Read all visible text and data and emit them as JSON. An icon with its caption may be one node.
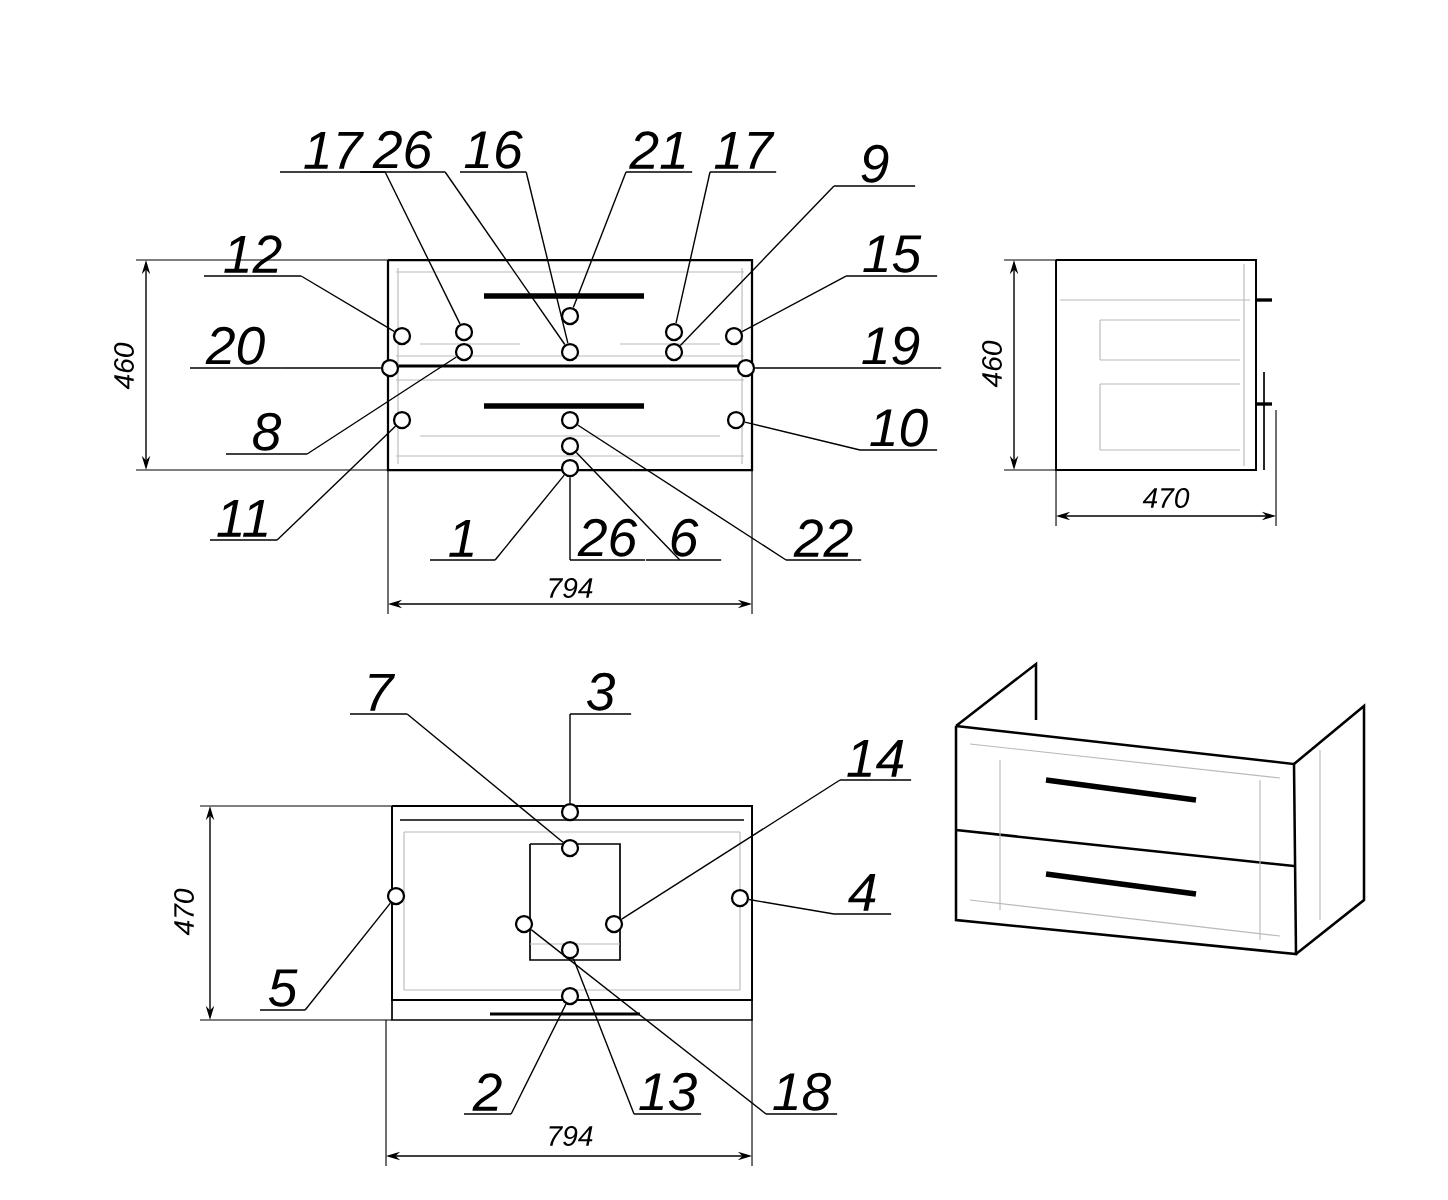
{
  "diagram": {
    "nodes": [
      {
        "text": [
          "17"
        ]
      },
      {
        "text": [
          "26"
        ]
      },
      {
        "text": [
          "16"
        ]
      },
      {
        "text": [
          "21"
        ]
      },
      {
        "text": [
          "17"
        ]
      },
      {
        "text": [
          "9"
        ]
      },
      {
        "text": [
          "12"
        ]
      },
      {
        "text": [
          "15"
        ]
      },
      {
        "text": [
          "20"
        ]
      },
      {
        "text": [
          "19"
        ]
      },
      {
        "text": [
          "8"
        ]
      },
      {
        "text": [
          "10"
        ]
      },
      {
        "text": [
          "11"
        ]
      },
      {
        "text": [
          "1"
        ]
      },
      {
        "text": [
          "26"
        ]
      },
      {
        "text": [
          "6"
        ]
      },
      {
        "text": [
          "22"
        ]
      },
      {
        "text": [
          "7"
        ]
      },
      {
        "text": [
          "3"
        ]
      },
      {
        "text": [
          "14"
        ]
      },
      {
        "text": [
          "4"
        ]
      },
      {
        "text": [
          "5"
        ]
      },
      {
        "text": [
          "2"
        ]
      },
      {
        "text": [
          "13"
        ]
      },
      {
        "text": [
          "18"
        ]
      },
      {
        "text": [],
        "shape": "circle"
      },
      {
        "text": [],
        "shape": "circle"
      },
      {
        "text": [],
        "shape": "circle"
      },
      {
        "text": [],
        "shape": "circle"
      },
      {
        "text": [],
        "shape": "circle"
      },
      {
        "text": [],
        "shape": "circle"
      },
      {
        "text": [],
        "shape": "circle"
      },
      {
        "text": [],
        "shape": "circle"
      },
      {
        "text": [],
        "shape": "circle"
      },
      {
        "text": [],
        "shape": "circle"
      },
      {
        "text": [],
        "shape": "circle"
      },
      {
        "text": [],
        "shape": "circle"
      },
      {
        "text": [],
        "shape": "circle"
      },
      {
        "text": [],
        "shape": "circle"
      },
      {
        "text": [],
        "shape": "circle"
      },
      {
        "text": [],
        "shape": "circle"
      },
      {
        "text": [],
        "shape": "circle"
      },
      {
        "text": [],
        "shape": "circle"
      },
      {
        "text": [],
        "shape": "circle"
      },
      {
        "text": [],
        "shape": "circle"
      },
      {
        "text": [],
        "shape": "circle"
      },
      {
        "text": [],
        "shape": "circle"
      },
      {
        "text": [],
        "shape": "circle"
      }
    ],
    "edges": [
      {
        "from": 0,
        "to": 25,
        "arrow": "none"
      },
      {
        "from": 1,
        "to": 26,
        "arrow": "none"
      },
      {
        "from": 2,
        "to": 26,
        "arrow": "none"
      },
      {
        "from": 3,
        "to": 27,
        "arrow": "none"
      },
      {
        "from": 4,
        "to": 28,
        "arrow": "none"
      },
      {
        "from": 5,
        "to": 29,
        "arrow": "none"
      },
      {
        "from": 6,
        "to": 30,
        "arrow": "none"
      },
      {
        "from": 7,
        "to": 31,
        "arrow": "none"
      },
      {
        "from": 8,
        "to": 32,
        "arrow": "none"
      },
      {
        "from": 9,
        "to": 33,
        "arrow": "none"
      },
      {
        "from": 10,
        "to": 34,
        "arrow": "none"
      },
      {
        "from": 11,
        "to": 35,
        "arrow": "none"
      },
      {
        "from": 12,
        "to": 36,
        "arrow": "none"
      },
      {
        "from": 13,
        "to": 37,
        "arrow": "none"
      },
      {
        "from": 14,
        "to": 37,
        "arrow": "none"
      },
      {
        "from": 15,
        "to": 38,
        "arrow": "none"
      },
      {
        "from": 16,
        "to": 39,
        "arrow": "none"
      },
      {
        "from": 17,
        "to": 41,
        "arrow": "none"
      },
      {
        "from": 18,
        "to": 40,
        "arrow": "none"
      },
      {
        "from": 19,
        "to": 42,
        "arrow": "none"
      },
      {
        "from": 20,
        "to": 43,
        "arrow": "none"
      },
      {
        "from": 21,
        "to": 44,
        "arrow": "none"
      },
      {
        "from": 22,
        "to": 45,
        "arrow": "none"
      },
      {
        "from": 23,
        "to": 46,
        "arrow": "none"
      },
      {
        "from": 24,
        "to": 47,
        "arrow": "none"
      }
    ],
    "labels": [
      "460",
      "460",
      "470",
      "794",
      "470",
      "794"
    ]
  }
}
